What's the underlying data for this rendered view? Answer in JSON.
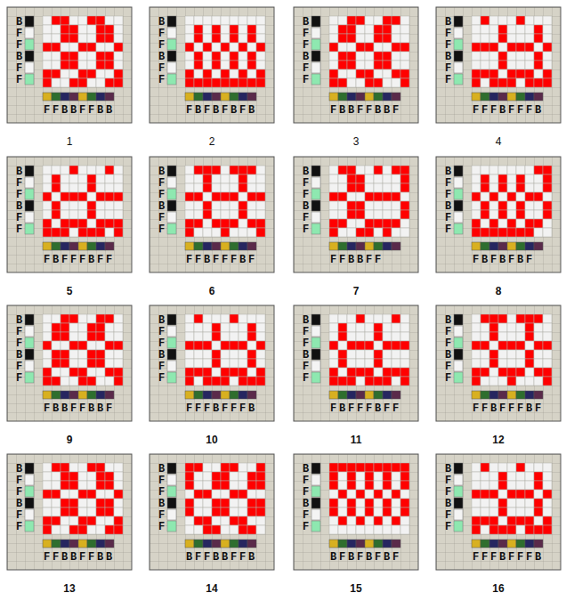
{
  "diagram": {
    "labels": [
      "B",
      "F",
      "F",
      "B",
      "F",
      "F",
      "FFBBFFBB",
      "1",
      "B",
      "F",
      "F",
      "B",
      "F",
      "F",
      "FBFBFBFB",
      "2",
      "B",
      "F",
      "F",
      "B",
      "F",
      "F",
      "FBBFFBBF",
      "3",
      "B",
      "F",
      "F",
      "B",
      "F",
      "F",
      "FFFBFFFB",
      "4",
      "B",
      "F",
      "F",
      "B",
      "F",
      "F",
      "FBFFFBFF",
      "5",
      "B",
      "F",
      "F",
      "B",
      "F",
      "F",
      "FFBFFFBF",
      "6",
      "B",
      "F",
      "F",
      "B",
      "F",
      "F",
      "FFBBFF",
      "7",
      "B",
      "F",
      "F",
      "B",
      "F",
      "F",
      "FBFBFBF",
      "8",
      "B",
      "F",
      "F",
      "B",
      "F",
      "F",
      "FBBFFBBF",
      "9",
      "B",
      "F",
      "F",
      "B",
      "F",
      "F",
      "FFFBFFFB",
      "10",
      "B",
      "F",
      "F",
      "B",
      "F",
      "F",
      "FBFFFBFF",
      "11",
      "B",
      "F",
      "F",
      "B",
      "F",
      "F",
      "FFBFFFBF",
      "12",
      "B",
      "F",
      "F",
      "B",
      "F",
      "F",
      "FFBBFFBB",
      "13",
      "B",
      "F",
      "F",
      "B",
      "F",
      "F",
      "BFFBBFFB",
      "14",
      "B",
      "F",
      "F",
      "B",
      "F",
      "F",
      "BFBFBFBF",
      "15",
      "B",
      "F",
      "F",
      "B",
      "F",
      "F",
      "FFFBFFFB",
      "16"
    ]
  }
}
